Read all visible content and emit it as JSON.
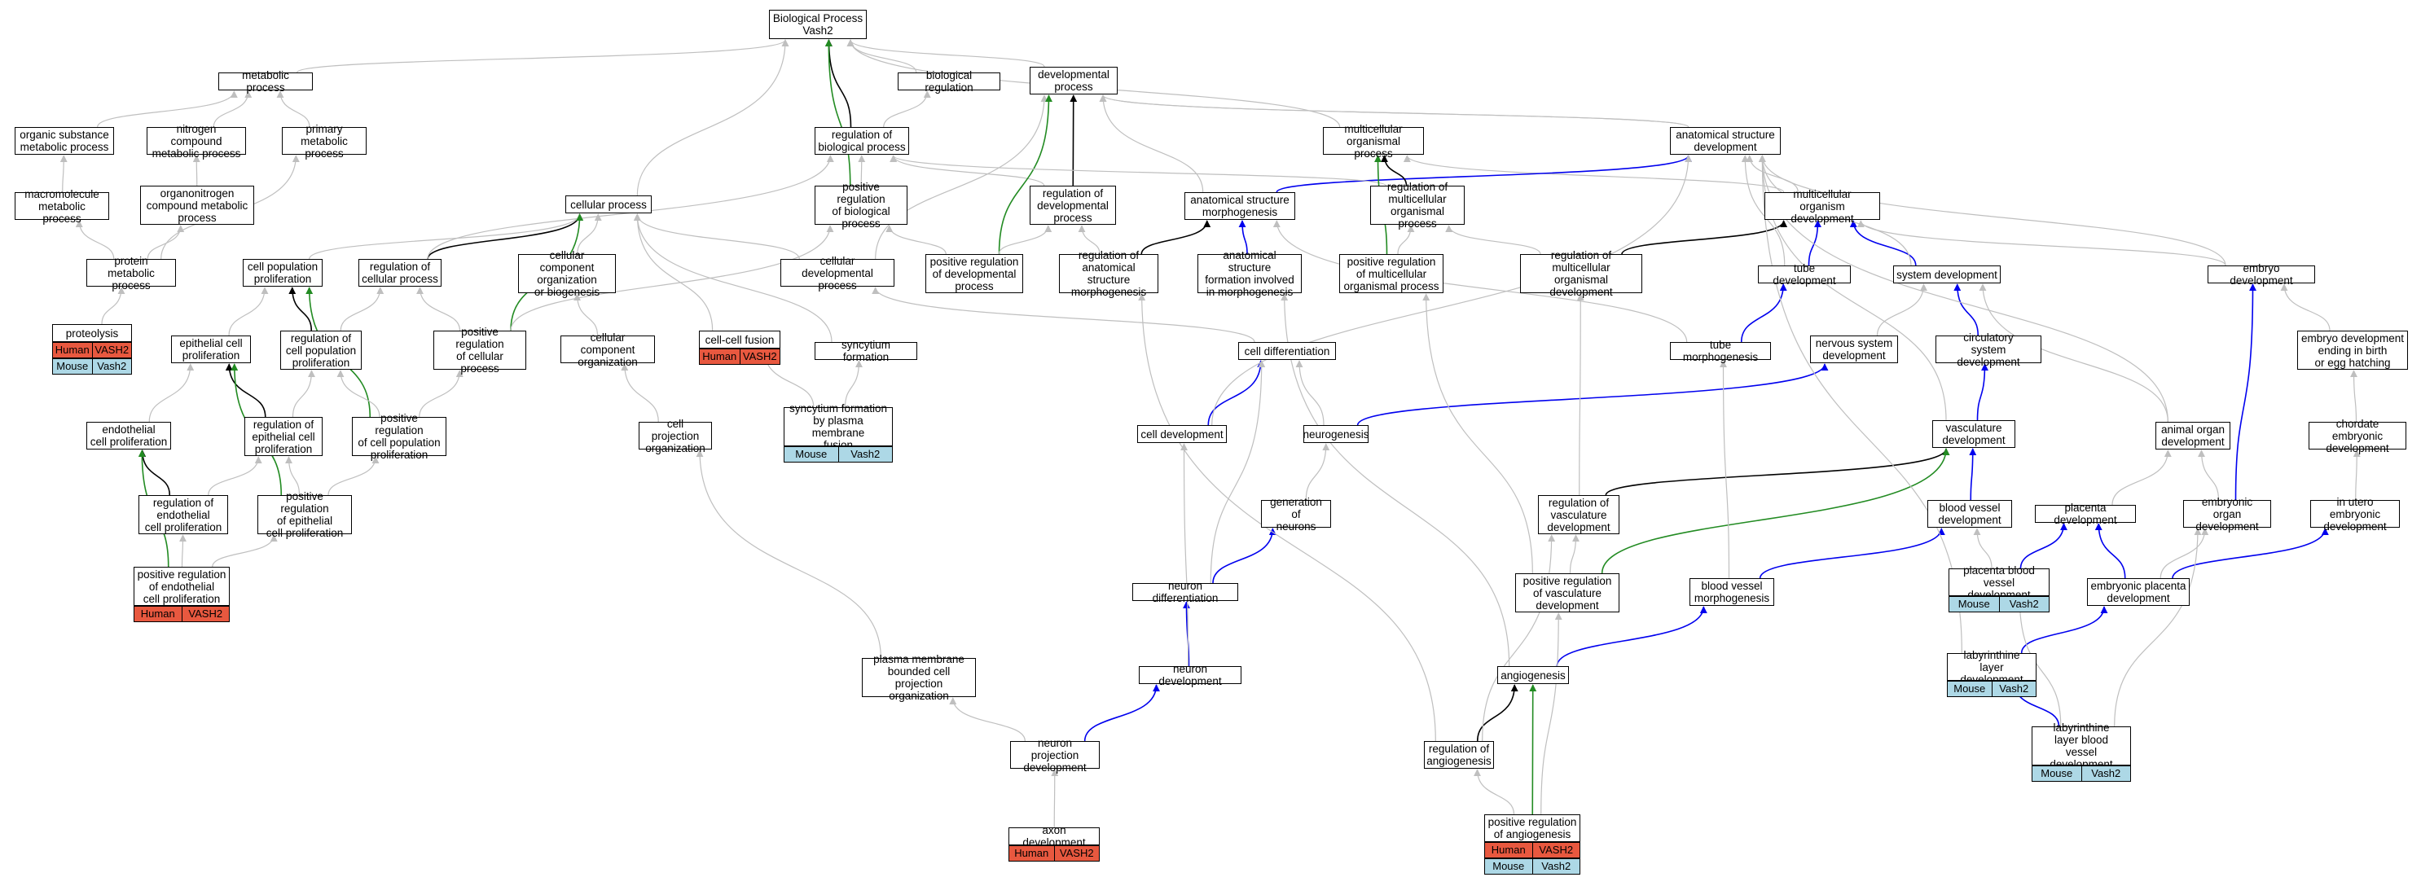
{
  "colors": {
    "black": "#000000",
    "green": "#228b22",
    "blue": "#0000ee",
    "gray": "#bfbfbf",
    "human": "#e8583f",
    "mouse": "#add8e6"
  },
  "nodes": [
    {
      "id": "bp",
      "label": "Biological Process\nVash2"
    },
    {
      "id": "metabolic",
      "label": "metabolic process"
    },
    {
      "id": "bioreg",
      "label": "biological regulation"
    },
    {
      "id": "devproc",
      "label": "developmental\nprocess"
    },
    {
      "id": "organic",
      "label": "organic substance\nmetabolic process"
    },
    {
      "id": "nitrogen",
      "label": "nitrogen compound\nmetabolic process"
    },
    {
      "id": "primary",
      "label": "primary metabolic\nprocess"
    },
    {
      "id": "regbio",
      "label": "regulation of\nbiological process"
    },
    {
      "id": "multiorg",
      "label": "multicellular\norganismal process"
    },
    {
      "id": "anatdev",
      "label": "anatomical structure\ndevelopment"
    },
    {
      "id": "macro",
      "label": "macromolecule\nmetabolic process"
    },
    {
      "id": "organonit",
      "label": "organonitrogen\ncompound metabolic\nprocess"
    },
    {
      "id": "posregbio",
      "label": "positive regulation\nof biological\nprocess"
    },
    {
      "id": "regdev",
      "label": "regulation of\ndevelopmental\nprocess"
    },
    {
      "id": "anatmorph",
      "label": "anatomical structure\nmorphogenesis"
    },
    {
      "id": "regmultiproc",
      "label": "regulation of\nmulticellular\norganismal process"
    },
    {
      "id": "multiorgdev",
      "label": "multicellular\norganism development"
    },
    {
      "id": "cellproc",
      "label": "cellular process"
    },
    {
      "id": "protmet",
      "label": "protein metabolic\nprocess"
    },
    {
      "id": "cellpopprol",
      "label": "cell population\nproliferation"
    },
    {
      "id": "regcellproc",
      "label": "regulation of\ncellular process"
    },
    {
      "id": "ccorg",
      "label": "cellular component\norganization\nor biogenesis"
    },
    {
      "id": "celldevproc",
      "label": "cellular developmental\nprocess"
    },
    {
      "id": "posregdev",
      "label": "positive regulation\nof developmental\nprocess"
    },
    {
      "id": "reganatmorph",
      "label": "regulation of\nanatomical structure\nmorphogenesis"
    },
    {
      "id": "anatinmorph",
      "label": "anatomical structure\nformation involved\nin morphogenesis"
    },
    {
      "id": "posregmulti",
      "label": "positive regulation\nof multicellular\norganismal process"
    },
    {
      "id": "regmultidev",
      "label": "regulation of\nmulticellular\norganismal development"
    },
    {
      "id": "tubedev",
      "label": "tube development"
    },
    {
      "id": "sysdev",
      "label": "system development"
    },
    {
      "id": "embryodev",
      "label": "embryo development"
    },
    {
      "id": "proteolysis",
      "label": "proteolysis"
    },
    {
      "id": "epiprol",
      "label": "epithelial cell\nproliferation"
    },
    {
      "id": "regcellpop",
      "label": "regulation of\ncell population\nproliferation"
    },
    {
      "id": "posregcell",
      "label": "positive regulation\nof cellular\nprocess"
    },
    {
      "id": "ccorg2",
      "label": "cellular component\norganization"
    },
    {
      "id": "cellfusion",
      "label": "cell-cell fusion"
    },
    {
      "id": "syncform",
      "label": "syncytium formation"
    },
    {
      "id": "celldiff",
      "label": "cell differentiation"
    },
    {
      "id": "tubemorph",
      "label": "tube morphogenesis"
    },
    {
      "id": "nervdev",
      "label": "nervous system\ndevelopment"
    },
    {
      "id": "circdev",
      "label": "circulatory\nsystem development"
    },
    {
      "id": "embryobirth",
      "label": "embryo development\nending in birth\nor egg hatching"
    },
    {
      "id": "endoprol",
      "label": "endothelial\ncell proliferation"
    },
    {
      "id": "regepi",
      "label": "regulation of\nepithelial cell\nproliferation"
    },
    {
      "id": "posregcellpop",
      "label": "positive regulation\nof cell population\nproliferation"
    },
    {
      "id": "cellproj",
      "label": "cell projection\norganization"
    },
    {
      "id": "syncplasma",
      "label": "syncytium formation\nby plasma membrane\nfusion"
    },
    {
      "id": "celldev",
      "label": "cell development"
    },
    {
      "id": "neurogen",
      "label": "neurogenesis"
    },
    {
      "id": "vascdev",
      "label": "vasculature\ndevelopment"
    },
    {
      "id": "animalorgan",
      "label": "animal organ\ndevelopment"
    },
    {
      "id": "chordate",
      "label": "chordate embryonic\ndevelopment"
    },
    {
      "id": "regendo",
      "label": "regulation of\nendothelial\ncell proliferation"
    },
    {
      "id": "posregepi",
      "label": "positive regulation\nof epithelial\ncell proliferation"
    },
    {
      "id": "genneur",
      "label": "generation of\nneurons"
    },
    {
      "id": "regvasc",
      "label": "regulation of\nvasculature\ndevelopment"
    },
    {
      "id": "bvdev",
      "label": "blood vessel\ndevelopment"
    },
    {
      "id": "placdev",
      "label": "placenta development"
    },
    {
      "id": "embryoorgan",
      "label": "embryonic organ\ndevelopment"
    },
    {
      "id": "inutero",
      "label": "in utero embryonic\ndevelopment"
    },
    {
      "id": "posregendo",
      "label": "positive regulation\nof endothelial\ncell proliferation"
    },
    {
      "id": "neurdiff",
      "label": "neuron differentiation"
    },
    {
      "id": "posregvasc",
      "label": "positive regulation\nof vasculature\ndevelopment"
    },
    {
      "id": "bvmorph",
      "label": "blood vessel\nmorphogenesis"
    },
    {
      "id": "placbv",
      "label": "placenta blood\nvessel development"
    },
    {
      "id": "embplac",
      "label": "embryonic placenta\ndevelopment"
    },
    {
      "id": "pmbcpo",
      "label": "plasma membrane\nbounded cell\nprojection organization"
    },
    {
      "id": "neurdev",
      "label": "neuron development"
    },
    {
      "id": "angio",
      "label": "angiogenesis"
    },
    {
      "id": "labdev",
      "label": "labyrinthine\nlayer development"
    },
    {
      "id": "neurproj",
      "label": "neuron projection\ndevelopment"
    },
    {
      "id": "regangio",
      "label": "regulation of\nangiogenesis"
    },
    {
      "id": "labbv",
      "label": "labyrinthine\nlayer blood\nvessel development"
    },
    {
      "id": "axon",
      "label": "axon development"
    },
    {
      "id": "posregangio",
      "label": "positive regulation\nof angiogenesis"
    }
  ],
  "annotations": [
    {
      "node": "proteolysis",
      "rows": [
        {
          "species": "Human",
          "gene": "VASH2"
        },
        {
          "species": "Mouse",
          "gene": "Vash2"
        }
      ]
    },
    {
      "node": "cellfusion",
      "rows": [
        {
          "species": "Human",
          "gene": "VASH2"
        }
      ]
    },
    {
      "node": "syncplasma",
      "rows": [
        {
          "species": "Mouse",
          "gene": "Vash2"
        }
      ]
    },
    {
      "node": "posregendo",
      "rows": [
        {
          "species": "Human",
          "gene": "VASH2"
        }
      ]
    },
    {
      "node": "placbv",
      "rows": [
        {
          "species": "Mouse",
          "gene": "Vash2"
        }
      ]
    },
    {
      "node": "labdev",
      "rows": [
        {
          "species": "Mouse",
          "gene": "Vash2"
        }
      ]
    },
    {
      "node": "labbv",
      "rows": [
        {
          "species": "Mouse",
          "gene": "Vash2"
        }
      ]
    },
    {
      "node": "axon",
      "rows": [
        {
          "species": "Human",
          "gene": "VASH2"
        }
      ]
    },
    {
      "node": "posregangio",
      "rows": [
        {
          "species": "Human",
          "gene": "VASH2"
        },
        {
          "species": "Mouse",
          "gene": "Vash2"
        }
      ]
    }
  ],
  "edges": [
    {
      "from": "metabolic",
      "to": "bp",
      "color": "gray"
    },
    {
      "from": "bioreg",
      "to": "bp",
      "color": "gray"
    },
    {
      "from": "devproc",
      "to": "bp",
      "color": "gray"
    },
    {
      "from": "multiorg",
      "to": "bp",
      "color": "gray"
    },
    {
      "from": "cellproc",
      "to": "bp",
      "color": "gray"
    },
    {
      "from": "regbio",
      "to": "bp",
      "color": "black"
    },
    {
      "from": "posregbio",
      "to": "bp",
      "color": "green"
    },
    {
      "from": "organic",
      "to": "metabolic",
      "color": "gray"
    },
    {
      "from": "nitrogen",
      "to": "metabolic",
      "color": "gray"
    },
    {
      "from": "primary",
      "to": "metabolic",
      "color": "gray"
    },
    {
      "from": "macro",
      "to": "organic",
      "color": "gray"
    },
    {
      "from": "organonit",
      "to": "nitrogen",
      "color": "gray"
    },
    {
      "from": "protmet",
      "to": "macro",
      "color": "gray"
    },
    {
      "from": "protmet",
      "to": "organonit",
      "color": "gray"
    },
    {
      "from": "protmet",
      "to": "primary",
      "color": "gray"
    },
    {
      "from": "proteolysis",
      "to": "protmet",
      "color": "gray"
    },
    {
      "from": "regbio",
      "to": "bioreg",
      "color": "gray"
    },
    {
      "from": "posregbio",
      "to": "regbio",
      "color": "gray"
    },
    {
      "from": "regdev",
      "to": "devproc",
      "color": "black"
    },
    {
      "from": "regdev",
      "to": "regbio",
      "color": "gray"
    },
    {
      "from": "anatdev",
      "to": "devproc",
      "color": "gray"
    },
    {
      "from": "anatmorph",
      "to": "devproc",
      "color": "gray"
    },
    {
      "from": "celldevproc",
      "to": "devproc",
      "color": "gray"
    },
    {
      "from": "posregdev",
      "to": "devproc",
      "color": "green"
    },
    {
      "from": "posregdev",
      "to": "regdev",
      "color": "gray"
    },
    {
      "from": "posregdev",
      "to": "posregbio",
      "color": "gray"
    },
    {
      "from": "anatdev",
      "to": "devproc",
      "color": "gray"
    },
    {
      "from": "multiorgdev",
      "to": "anatdev",
      "color": "gray"
    },
    {
      "from": "multiorgdev",
      "to": "multiorg",
      "color": "gray"
    },
    {
      "from": "anatmorph",
      "to": "anatdev",
      "color": "blue"
    },
    {
      "from": "regmultiproc",
      "to": "multiorg",
      "color": "black"
    },
    {
      "from": "regmultiproc",
      "to": "regbio",
      "color": "gray"
    },
    {
      "from": "posregmulti",
      "to": "multiorg",
      "color": "green"
    },
    {
      "from": "posregmulti",
      "to": "regmultiproc",
      "color": "gray"
    },
    {
      "from": "regmultidev",
      "to": "multiorgdev",
      "color": "black"
    },
    {
      "from": "regmultidev",
      "to": "regmultiproc",
      "color": "gray"
    },
    {
      "from": "reganatmorph",
      "to": "anatmorph",
      "color": "black"
    },
    {
      "from": "reganatmorph",
      "to": "regdev",
      "color": "gray"
    },
    {
      "from": "anatinmorph",
      "to": "anatmorph",
      "color": "blue"
    },
    {
      "from": "tubedev",
      "to": "multiorgdev",
      "color": "blue"
    },
    {
      "from": "sysdev",
      "to": "multiorgdev",
      "color": "blue"
    },
    {
      "from": "tubedev",
      "to": "anatdev",
      "color": "gray"
    },
    {
      "from": "sysdev",
      "to": "anatdev",
      "color": "gray"
    },
    {
      "from": "embryodev",
      "to": "multiorgdev",
      "color": "gray"
    },
    {
      "from": "embryodev",
      "to": "anatdev",
      "color": "gray"
    },
    {
      "from": "regcellproc",
      "to": "cellproc",
      "color": "black"
    },
    {
      "from": "regcellproc",
      "to": "regbio",
      "color": "gray"
    },
    {
      "from": "cellpopprol",
      "to": "cellproc",
      "color": "gray"
    },
    {
      "from": "ccorg",
      "to": "cellproc",
      "color": "gray"
    },
    {
      "from": "celldevproc",
      "to": "cellproc",
      "color": "gray"
    },
    {
      "from": "posregcell",
      "to": "cellproc",
      "color": "green"
    },
    {
      "from": "posregcell",
      "to": "regcellproc",
      "color": "gray"
    },
    {
      "from": "posregcell",
      "to": "posregbio",
      "color": "gray"
    },
    {
      "from": "regcellpop",
      "to": "cellpopprol",
      "color": "black"
    },
    {
      "from": "regcellpop",
      "to": "regcellproc",
      "color": "gray"
    },
    {
      "from": "posregcellpop",
      "to": "cellpopprol",
      "color": "green"
    },
    {
      "from": "posregcellpop",
      "to": "regcellpop",
      "color": "gray"
    },
    {
      "from": "posregcellpop",
      "to": "posregcell",
      "color": "gray"
    },
    {
      "from": "epiprol",
      "to": "cellpopprol",
      "color": "gray"
    },
    {
      "from": "regepi",
      "to": "epiprol",
      "color": "black"
    },
    {
      "from": "regepi",
      "to": "regcellpop",
      "color": "gray"
    },
    {
      "from": "posregepi",
      "to": "epiprol",
      "color": "green"
    },
    {
      "from": "posregepi",
      "to": "regepi",
      "color": "gray"
    },
    {
      "from": "posregepi",
      "to": "posregcellpop",
      "color": "gray"
    },
    {
      "from": "endoprol",
      "to": "epiprol",
      "color": "gray"
    },
    {
      "from": "regendo",
      "to": "endoprol",
      "color": "black"
    },
    {
      "from": "regendo",
      "to": "regepi",
      "color": "gray"
    },
    {
      "from": "posregendo",
      "to": "endoprol",
      "color": "green"
    },
    {
      "from": "posregendo",
      "to": "regendo",
      "color": "gray"
    },
    {
      "from": "posregendo",
      "to": "posregepi",
      "color": "gray"
    },
    {
      "from": "ccorg2",
      "to": "ccorg",
      "color": "gray"
    },
    {
      "from": "cellproj",
      "to": "ccorg2",
      "color": "gray"
    },
    {
      "from": "cellfusion",
      "to": "cellproc",
      "color": "gray"
    },
    {
      "from": "syncform",
      "to": "cellproc",
      "color": "gray"
    },
    {
      "from": "syncplasma",
      "to": "syncform",
      "color": "gray"
    },
    {
      "from": "syncplasma",
      "to": "cellfusion",
      "color": "gray"
    },
    {
      "from": "celldiff",
      "to": "celldevproc",
      "color": "gray"
    },
    {
      "from": "celldev",
      "to": "celldiff",
      "color": "blue"
    },
    {
      "from": "celldev",
      "to": "anatdev",
      "color": "gray"
    },
    {
      "from": "neurogen",
      "to": "celldiff",
      "color": "gray"
    },
    {
      "from": "neurogen",
      "to": "nervdev",
      "color": "blue"
    },
    {
      "from": "genneur",
      "to": "neurogen",
      "color": "gray"
    },
    {
      "from": "neurdiff",
      "to": "genneur",
      "color": "blue"
    },
    {
      "from": "neurdiff",
      "to": "celldiff",
      "color": "gray"
    },
    {
      "from": "neurdev",
      "to": "neurdiff",
      "color": "blue"
    },
    {
      "from": "neurdev",
      "to": "celldev",
      "color": "gray"
    },
    {
      "from": "neurproj",
      "to": "neurdev",
      "color": "blue"
    },
    {
      "from": "neurproj",
      "to": "pmbcpo",
      "color": "gray"
    },
    {
      "from": "pmbcpo",
      "to": "cellproj",
      "color": "gray"
    },
    {
      "from": "axon",
      "to": "neurproj",
      "color": "gray"
    },
    {
      "from": "tubemorph",
      "to": "tubedev",
      "color": "blue"
    },
    {
      "from": "tubemorph",
      "to": "anatmorph",
      "color": "gray"
    },
    {
      "from": "nervdev",
      "to": "sysdev",
      "color": "gray"
    },
    {
      "from": "circdev",
      "to": "sysdev",
      "color": "blue"
    },
    {
      "from": "vascdev",
      "to": "circdev",
      "color": "blue"
    },
    {
      "from": "vascdev",
      "to": "anatdev",
      "color": "gray"
    },
    {
      "from": "bvdev",
      "to": "vascdev",
      "color": "blue"
    },
    {
      "from": "regvasc",
      "to": "vascdev",
      "color": "black"
    },
    {
      "from": "regvasc",
      "to": "regmultidev",
      "color": "gray"
    },
    {
      "from": "posregvasc",
      "to": "vascdev",
      "color": "green"
    },
    {
      "from": "posregvasc",
      "to": "regvasc",
      "color": "gray"
    },
    {
      "from": "posregvasc",
      "to": "posregmulti",
      "color": "gray"
    },
    {
      "from": "bvmorph",
      "to": "bvdev",
      "color": "blue"
    },
    {
      "from": "bvmorph",
      "to": "tubemorph",
      "color": "gray"
    },
    {
      "from": "angio",
      "to": "bvmorph",
      "color": "blue"
    },
    {
      "from": "angio",
      "to": "anatinmorph",
      "color": "gray"
    },
    {
      "from": "regangio",
      "to": "angio",
      "color": "black"
    },
    {
      "from": "regangio",
      "to": "regvasc",
      "color": "gray"
    },
    {
      "from": "regangio",
      "to": "reganatmorph",
      "color": "gray"
    },
    {
      "from": "posregangio",
      "to": "angio",
      "color": "green"
    },
    {
      "from": "posregangio",
      "to": "regangio",
      "color": "gray"
    },
    {
      "from": "posregangio",
      "to": "posregvasc",
      "color": "gray"
    },
    {
      "from": "animalorgan",
      "to": "sysdev",
      "color": "gray"
    },
    {
      "from": "animalorgan",
      "to": "anatdev",
      "color": "gray"
    },
    {
      "from": "embryobirth",
      "to": "embryodev",
      "color": "gray"
    },
    {
      "from": "chordate",
      "to": "embryobirth",
      "color": "gray"
    },
    {
      "from": "inutero",
      "to": "chordate",
      "color": "gray"
    },
    {
      "from": "embryoorgan",
      "to": "embryodev",
      "color": "blue"
    },
    {
      "from": "embryoorgan",
      "to": "animalorgan",
      "color": "gray"
    },
    {
      "from": "placdev",
      "to": "animalorgan",
      "color": "gray"
    },
    {
      "from": "embplac",
      "to": "placdev",
      "color": "blue"
    },
    {
      "from": "embplac",
      "to": "embryoorgan",
      "color": "gray"
    },
    {
      "from": "embplac",
      "to": "inutero",
      "color": "blue"
    },
    {
      "from": "placbv",
      "to": "placdev",
      "color": "blue"
    },
    {
      "from": "placbv",
      "to": "bvdev",
      "color": "gray"
    },
    {
      "from": "labdev",
      "to": "embplac",
      "color": "blue"
    },
    {
      "from": "labdev",
      "to": "anatdev",
      "color": "gray"
    },
    {
      "from": "labbv",
      "to": "labdev",
      "color": "blue"
    },
    {
      "from": "labbv",
      "to": "placbv",
      "color": "gray"
    },
    {
      "from": "labbv",
      "to": "embryoorgan",
      "color": "gray"
    }
  ]
}
